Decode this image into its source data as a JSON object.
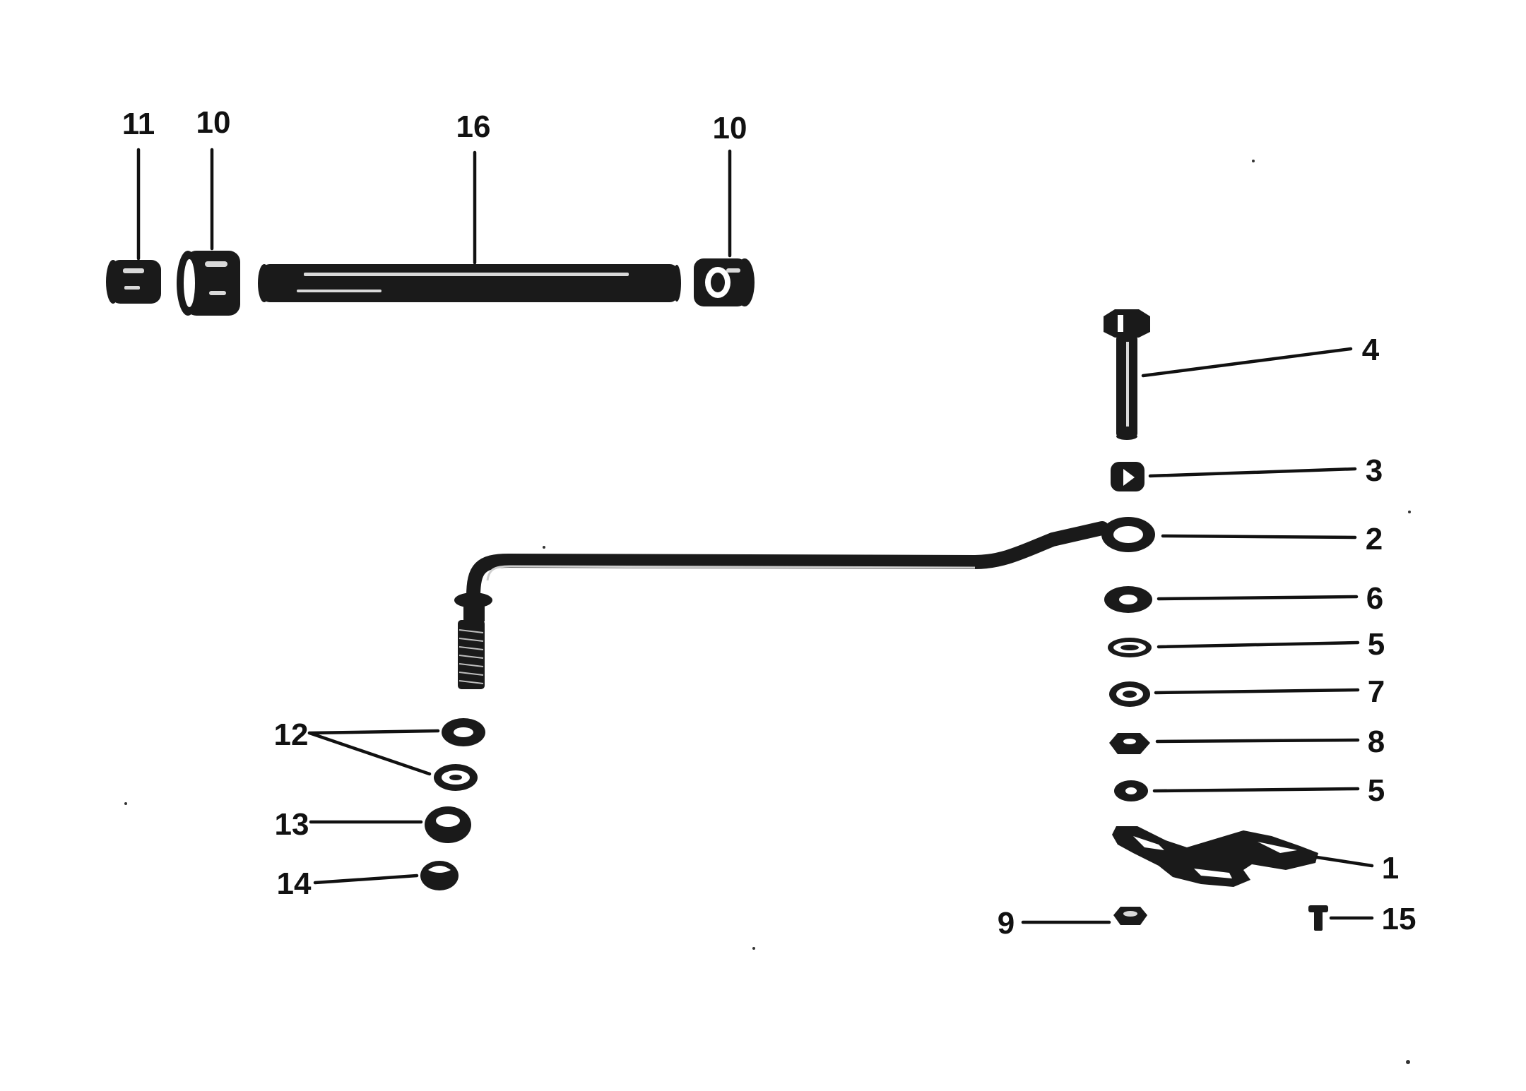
{
  "diagram": {
    "callouts": [
      {
        "id": "c11",
        "label": "11"
      },
      {
        "id": "c10a",
        "label": "10"
      },
      {
        "id": "c16",
        "label": "16"
      },
      {
        "id": "c10b",
        "label": "10"
      },
      {
        "id": "c4",
        "label": "4"
      },
      {
        "id": "c3",
        "label": "3"
      },
      {
        "id": "c2",
        "label": "2"
      },
      {
        "id": "c6",
        "label": "6"
      },
      {
        "id": "c5a",
        "label": "5"
      },
      {
        "id": "c7",
        "label": "7"
      },
      {
        "id": "c8",
        "label": "8"
      },
      {
        "id": "c5b",
        "label": "5"
      },
      {
        "id": "c1",
        "label": "1"
      },
      {
        "id": "c9",
        "label": "9"
      },
      {
        "id": "c15",
        "label": "15"
      },
      {
        "id": "c12",
        "label": "12"
      },
      {
        "id": "c13",
        "label": "13"
      },
      {
        "id": "c14",
        "label": "14"
      }
    ],
    "colors": {
      "ink": "#1a1a1a",
      "paper": "#ffffff"
    }
  }
}
